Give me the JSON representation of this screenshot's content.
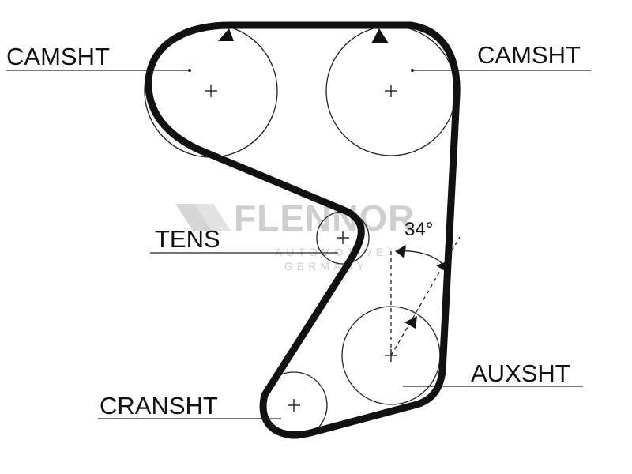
{
  "labels": {
    "camshaft_left": "CAMSHT",
    "camshaft_right": "CAMSHT",
    "tensioner": "TENS",
    "auxiliary": "AUXSHT",
    "crankshaft": "CRANSHT"
  },
  "angle_label": "34°",
  "watermark": {
    "brand": "FLENNOR",
    "line1": "AUTOMOTIVE",
    "line2": "GERMANY"
  },
  "colors": {
    "belt": "#111111",
    "lines": "#222222",
    "watermark": "#cfcfcf"
  }
}
